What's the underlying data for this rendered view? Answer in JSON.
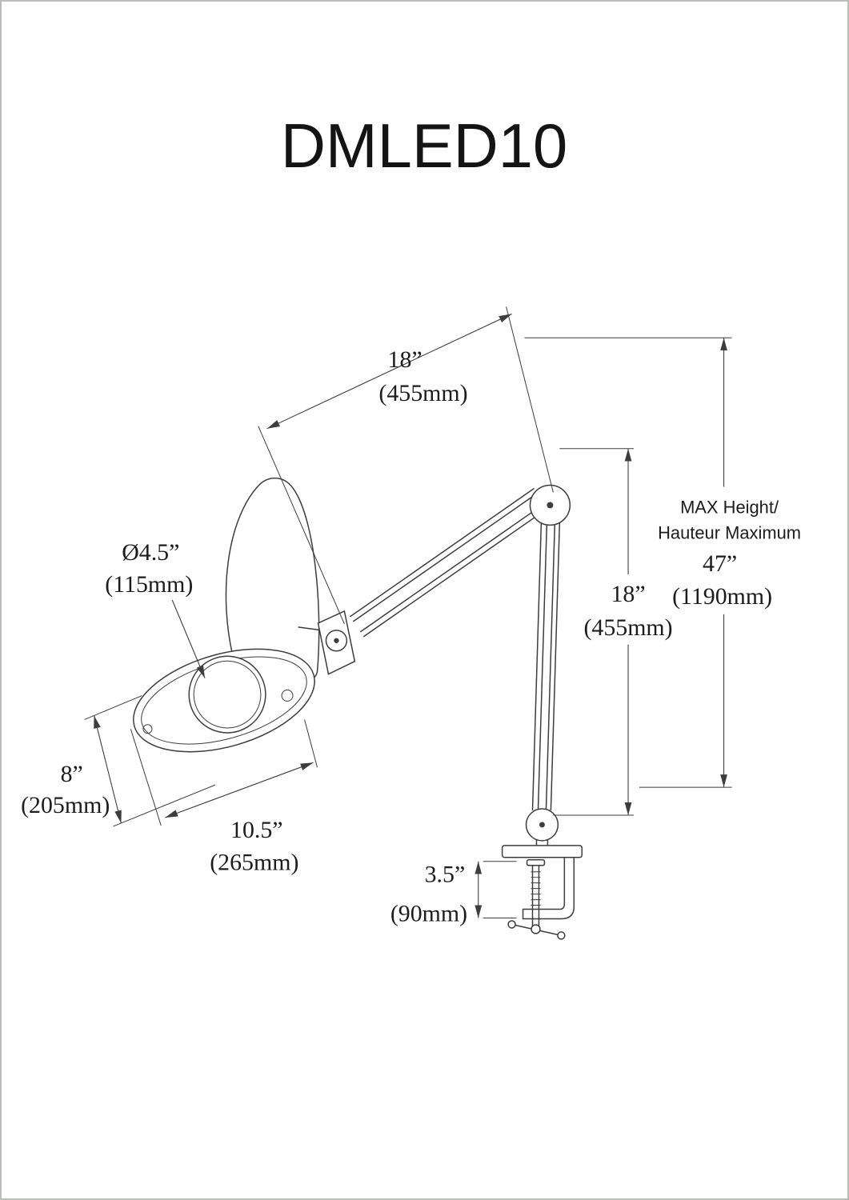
{
  "page": {
    "title": "DMLED10"
  },
  "style": {
    "line_color": "#3d3d3d",
    "text_color": "#1c1c1c",
    "background": "#ffffff"
  },
  "dimensions": {
    "upper_arm_length": {
      "inches": "18”",
      "metric": "(455mm)"
    },
    "lens_diameter": {
      "inches": "Ø4.5”",
      "metric": "(115mm)"
    },
    "lower_arm_length": {
      "inches": "18”",
      "metric": "(455mm)"
    },
    "max_height": {
      "label_line1": "MAX Height/",
      "label_line2": "Hauteur Maximum",
      "inches": "47”",
      "metric": "(1190mm)"
    },
    "head_width": {
      "inches": "8”",
      "metric": "(205mm)"
    },
    "head_depth": {
      "inches": "10.5”",
      "metric": "(265mm)"
    },
    "clamp_capacity": {
      "inches": "3.5”",
      "metric": "(90mm)"
    }
  }
}
